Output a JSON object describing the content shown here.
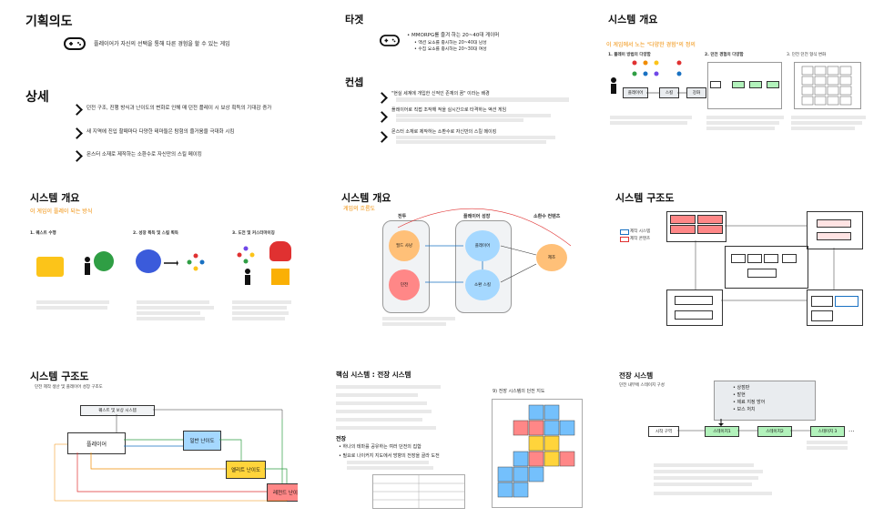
{
  "s1": {
    "title": "기획의도",
    "goal": "플레이어가 자신의 선택을 통해 다른 경험을 할 수 있는 게임",
    "detail_title": "상세",
    "details": [
      "던전 구조, 진행 방식과 난이도의 변화로 인해 매 던전 플레이 시 보상 획득의 기대감 증가",
      "새 지역에 진입 할때마다 다양한 테마들은 탐험의 즐거움을 극대화 시킴",
      "몬스터 소재로 제작하는 소환수로 자신만의 스킬 메이킹"
    ]
  },
  "s2": {
    "target_title": "타겟",
    "target_items": [
      "MMORPG를 즐겨 하는 20~40대 게이머",
      "액션 요소를 중시하는 20~40대 남성",
      "수집 요소를 중시하는 20~30대 여성"
    ],
    "concept_title": "컨셉",
    "concept_items": [
      "\"현실 세계에 개입한 신적인 존재의 꿈\" 이라는 배경",
      "플레이어로 직접 조작해 적을 실시간으로 타격하는 액션 게임",
      "몬스터 소재로 제작하는 소환수로 자신만의 스킬 메이킹"
    ]
  },
  "s3": {
    "title": "시스템 개요",
    "subtitle": "이 게임에서 노는 \"다양한 경험\"의 정의",
    "col1": "1. 플레이 방법의 다양함",
    "col2": "2. 던전 경험의 다양함",
    "col3": "3. 던전 던전 형식 변화",
    "player": "플레이어",
    "skill": "스킬",
    "strengthen": "강화"
  },
  "s4": {
    "title": "시스템 개요",
    "subtitle": "이 게임이 플레이 되는 방식",
    "col1": "1. 퀘스트 수행",
    "col2": "2. 성장 획득 및 스킬 획득",
    "col3": "3. 도전 및 커스터마이징"
  },
  "s5": {
    "title": "시스템 개요",
    "subtitle": "게임의 흐름도",
    "combat": "전투",
    "growth": "플레이어 성장",
    "summon": "소환수 컨텐츠",
    "field_hunt": "필드 사냥",
    "dungeon": "던전",
    "player": "플레이어",
    "summon_skill": "소환 스킬",
    "craft": "제조"
  },
  "s6": {
    "title": "시스템 구조도",
    "legend1": "제작 시스템",
    "legend2": "제작 콘텐츠"
  },
  "s7": {
    "title": "시스템 구조도",
    "subtitle": "던전 제작 생산 및 플레이어 성장 구조도",
    "top": "퀘스트 및 보상 시스템",
    "player": "플레이어",
    "normal": "일반 난이도",
    "elite": "엘리트 난이도",
    "legend": "레전드 난이도"
  },
  "s8": {
    "title": "핵심 시스템 : 전장 시스템",
    "map_title": "9) 전장 시스템의 던전 지도",
    "section": "전장",
    "bullets": [
      "하나의 테마를 공유하는 여러 던전의 집합",
      "필요로 나이커지 지도에서 방향의 전장을 골라 도전"
    ]
  },
  "s9": {
    "title": "전장 시스템",
    "subtitle": "던전 내부에 스테이지 구성",
    "start": "시작 구역",
    "stage1": "스테이지1",
    "stage2": "스테이지2",
    "stage3": "스테이지 3",
    "dots": "...",
    "popup": [
      "상점판",
      "발현",
      "제료 지정 방어",
      "보스 처치"
    ]
  },
  "colors": {
    "orange": "#f08c00",
    "green": "#b2f2bb",
    "blue": "#a5d8ff",
    "red": "#ff8787",
    "yellow": "#ffd43b",
    "peach": "#ffc078"
  }
}
